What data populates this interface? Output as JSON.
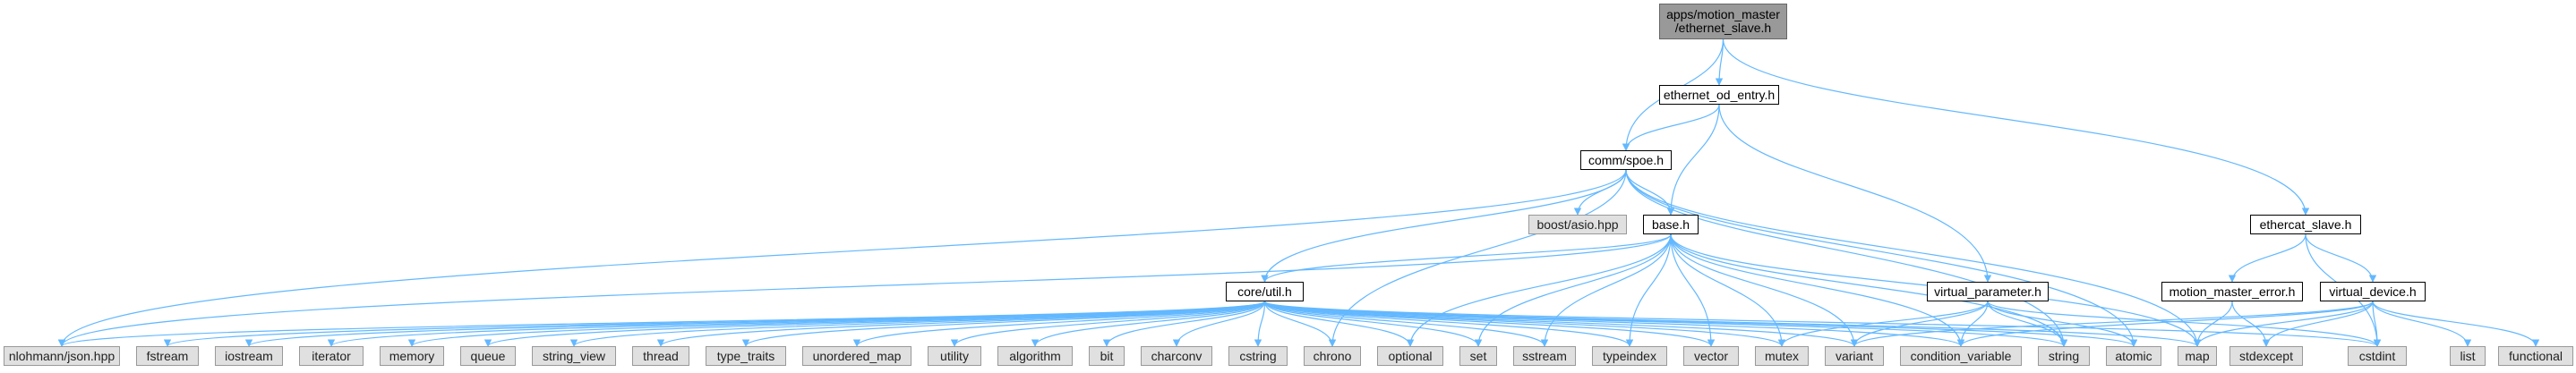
{
  "colors": {
    "edge": "#63b8ff",
    "root_fill": "#999999",
    "local_fill": "#ffffff",
    "system_fill": "#e0e0e0"
  },
  "root": {
    "label_line1": "apps/motion_master",
    "label_line2": "/ethernet_slave.h"
  },
  "local_headers": {
    "ethernet_od_entry": "ethernet_od_entry.h",
    "comm_spoe": "comm/spoe.h",
    "ethercat_slave": "ethercat_slave.h",
    "base": "base.h",
    "core_util": "core/util.h",
    "virtual_parameter": "virtual_parameter.h",
    "motion_master_error": "motion_master_error.h",
    "virtual_device": "virtual_device.h"
  },
  "system_headers": {
    "boost_asio": "boost/asio.hpp",
    "nlohmann_json": "nlohmann/json.hpp",
    "fstream": "fstream",
    "iostream": "iostream",
    "iterator": "iterator",
    "memory": "memory",
    "queue": "queue",
    "string_view": "string_view",
    "thread": "thread",
    "type_traits": "type_traits",
    "unordered_map": "unordered_map",
    "utility": "utility",
    "algorithm": "algorithm",
    "bit": "bit",
    "charconv": "charconv",
    "cstring": "cstring",
    "chrono": "chrono",
    "optional": "optional",
    "set": "set",
    "sstream": "sstream",
    "typeindex": "typeindex",
    "vector": "vector",
    "mutex": "mutex",
    "variant": "variant",
    "condition_variable": "condition_variable",
    "string": "string",
    "atomic": "atomic",
    "map": "map",
    "stdexcept": "stdexcept",
    "cstdint": "cstdint",
    "list": "list",
    "functional": "functional"
  },
  "edges": [
    [
      "root",
      "ethernet_od_entry"
    ],
    [
      "root",
      "comm_spoe"
    ],
    [
      "root",
      "ethercat_slave"
    ],
    [
      "ethernet_od_entry",
      "comm_spoe"
    ],
    [
      "ethernet_od_entry",
      "base"
    ],
    [
      "ethernet_od_entry",
      "virtual_parameter"
    ],
    [
      "comm_spoe",
      "boost_asio"
    ],
    [
      "comm_spoe",
      "base"
    ],
    [
      "comm_spoe",
      "core_util"
    ],
    [
      "comm_spoe",
      "nlohmann_json"
    ],
    [
      "comm_spoe",
      "chrono"
    ],
    [
      "comm_spoe",
      "string"
    ],
    [
      "comm_spoe",
      "atomic"
    ],
    [
      "comm_spoe",
      "map"
    ],
    [
      "base",
      "core_util"
    ],
    [
      "base",
      "nlohmann_json"
    ],
    [
      "base",
      "optional"
    ],
    [
      "base",
      "set"
    ],
    [
      "base",
      "sstream"
    ],
    [
      "base",
      "typeindex"
    ],
    [
      "base",
      "vector"
    ],
    [
      "base",
      "mutex"
    ],
    [
      "base",
      "variant"
    ],
    [
      "base",
      "condition_variable"
    ],
    [
      "base",
      "string"
    ],
    [
      "base",
      "map"
    ],
    [
      "core_util",
      "nlohmann_json"
    ],
    [
      "core_util",
      "fstream"
    ],
    [
      "core_util",
      "iostream"
    ],
    [
      "core_util",
      "iterator"
    ],
    [
      "core_util",
      "memory"
    ],
    [
      "core_util",
      "queue"
    ],
    [
      "core_util",
      "string_view"
    ],
    [
      "core_util",
      "thread"
    ],
    [
      "core_util",
      "type_traits"
    ],
    [
      "core_util",
      "unordered_map"
    ],
    [
      "core_util",
      "utility"
    ],
    [
      "core_util",
      "algorithm"
    ],
    [
      "core_util",
      "bit"
    ],
    [
      "core_util",
      "charconv"
    ],
    [
      "core_util",
      "cstring"
    ],
    [
      "core_util",
      "chrono"
    ],
    [
      "core_util",
      "optional"
    ],
    [
      "core_util",
      "set"
    ],
    [
      "core_util",
      "sstream"
    ],
    [
      "core_util",
      "typeindex"
    ],
    [
      "core_util",
      "vector"
    ],
    [
      "core_util",
      "mutex"
    ],
    [
      "core_util",
      "variant"
    ],
    [
      "core_util",
      "condition_variable"
    ],
    [
      "core_util",
      "string"
    ],
    [
      "core_util",
      "atomic"
    ],
    [
      "core_util",
      "map"
    ],
    [
      "core_util",
      "cstdint"
    ],
    [
      "virtual_parameter",
      "mutex"
    ],
    [
      "virtual_parameter",
      "variant"
    ],
    [
      "virtual_parameter",
      "condition_variable"
    ],
    [
      "virtual_parameter",
      "string"
    ],
    [
      "virtual_parameter",
      "atomic"
    ],
    [
      "virtual_parameter",
      "cstdint"
    ],
    [
      "ethercat_slave",
      "motion_master_error"
    ],
    [
      "ethercat_slave",
      "virtual_device"
    ],
    [
      "ethercat_slave",
      "cstdint"
    ],
    [
      "motion_master_error",
      "map"
    ],
    [
      "motion_master_error",
      "stdexcept"
    ],
    [
      "virtual_device",
      "variant"
    ],
    [
      "virtual_device",
      "condition_variable"
    ],
    [
      "virtual_device",
      "map"
    ],
    [
      "virtual_device",
      "stdexcept"
    ],
    [
      "virtual_device",
      "cstdint"
    ],
    [
      "virtual_device",
      "list"
    ],
    [
      "virtual_device",
      "functional"
    ]
  ]
}
